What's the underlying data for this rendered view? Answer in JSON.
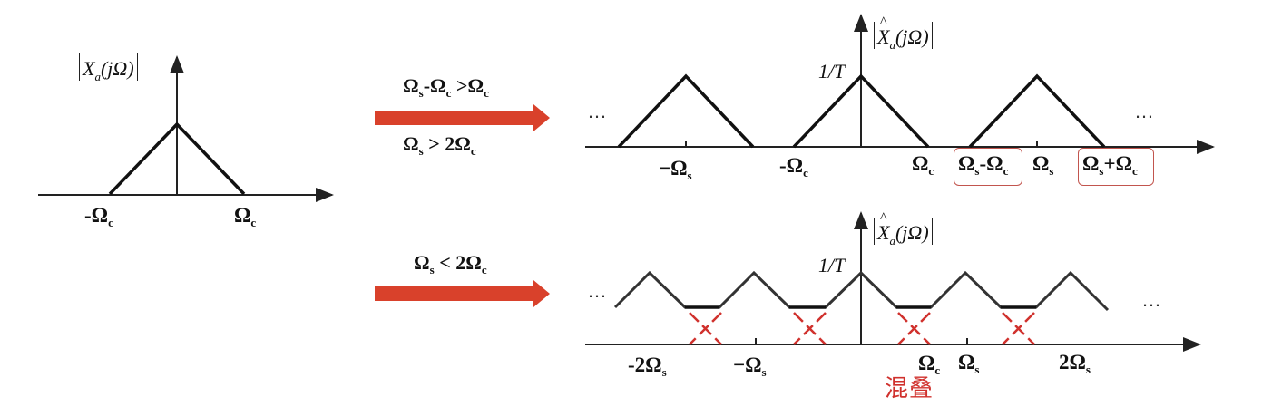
{
  "left_spectrum": {
    "magnitude_label": "X_a(jΩ)",
    "neg_cutoff": "-Ω",
    "neg_cutoff_sub": "c",
    "pos_cutoff": "Ω",
    "pos_cutoff_sub": "c"
  },
  "arrow_top": {
    "cond1_a": "Ω",
    "cond1_a_sub": "s",
    "cond1_b": "-Ω",
    "cond1_b_sub": "c",
    "cond1_c": " >Ω",
    "cond1_c_sub": "c",
    "cond2_a": "Ω",
    "cond2_a_sub": "s",
    "cond2_b": " > 2Ω",
    "cond2_b_sub": "c"
  },
  "arrow_bottom": {
    "cond_a": "Ω",
    "cond_a_sub": "s",
    "cond_b": " < 2Ω",
    "cond_b_sub": "c"
  },
  "top_spectrum": {
    "magnitude_label": "X̂_a(jΩ)",
    "peak_label": "1/T",
    "ellipsis": "…",
    "ticks": {
      "neg_s": "−Ω",
      "neg_s_sub": "s",
      "neg_c": "-Ω",
      "neg_c_sub": "c",
      "pos_c": "Ω",
      "pos_c_sub": "c",
      "s_minus_c_a": "Ω",
      "s_minus_c_a_sub": "s",
      "s_minus_c_b": "-Ω",
      "s_minus_c_b_sub": "c",
      "pos_s": "Ω",
      "pos_s_sub": "s",
      "s_plus_c_a": "Ω",
      "s_plus_c_a_sub": "s",
      "s_plus_c_b": "+Ω",
      "s_plus_c_b_sub": "c"
    }
  },
  "bottom_spectrum": {
    "magnitude_label": "X̂_a(jΩ)",
    "peak_label": "1/T",
    "ellipsis": "…",
    "ticks": {
      "neg_2s": "-2Ω",
      "neg_2s_sub": "s",
      "neg_s": "−Ω",
      "neg_s_sub": "s",
      "pos_c": "Ω",
      "pos_c_sub": "c",
      "pos_s": "Ω",
      "pos_s_sub": "s",
      "pos_2s": "2Ω",
      "pos_2s_sub": "s"
    },
    "aliasing_label": "混叠"
  },
  "colors": {
    "arrow": "#d9412b",
    "alias": "#d0312d",
    "box": "#c2554e",
    "line": "#222222"
  }
}
